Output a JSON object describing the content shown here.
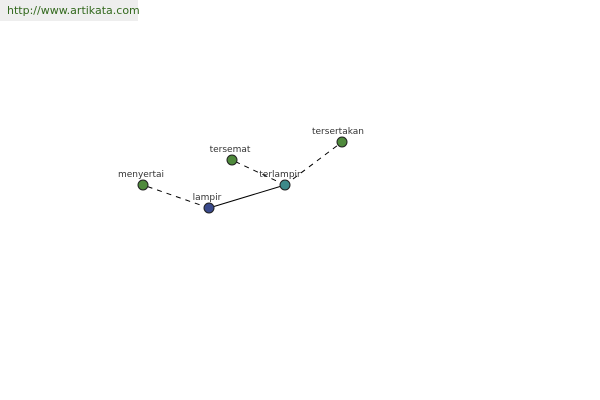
{
  "watermark": {
    "text": "http://www.artikata.com"
  },
  "colors": {
    "watermark_bg": "#eeeeee",
    "watermark_text": "#33691e",
    "node_center": "#3a4a8c",
    "node_mid": "#3d8a8a",
    "node_leaf": "#4f8a3c",
    "edge": "#000000",
    "label": "#333333"
  },
  "graph": {
    "nodes": [
      {
        "id": "lampir",
        "label": "lampir",
        "role": "center"
      },
      {
        "id": "terlampir",
        "label": "terlampir",
        "role": "mid"
      },
      {
        "id": "menyertai",
        "label": "menyertai",
        "role": "leaf"
      },
      {
        "id": "tersemat",
        "label": "tersemat",
        "role": "leaf"
      },
      {
        "id": "tersertakan",
        "label": "tersertakan",
        "role": "leaf"
      }
    ],
    "edges": [
      {
        "from": "lampir",
        "to": "terlampir",
        "style": "solid"
      },
      {
        "from": "lampir",
        "to": "menyertai",
        "style": "dashed"
      },
      {
        "from": "terlampir",
        "to": "tersemat",
        "style": "dashed"
      },
      {
        "from": "terlampir",
        "to": "tersertakan",
        "style": "dashed"
      }
    ]
  }
}
